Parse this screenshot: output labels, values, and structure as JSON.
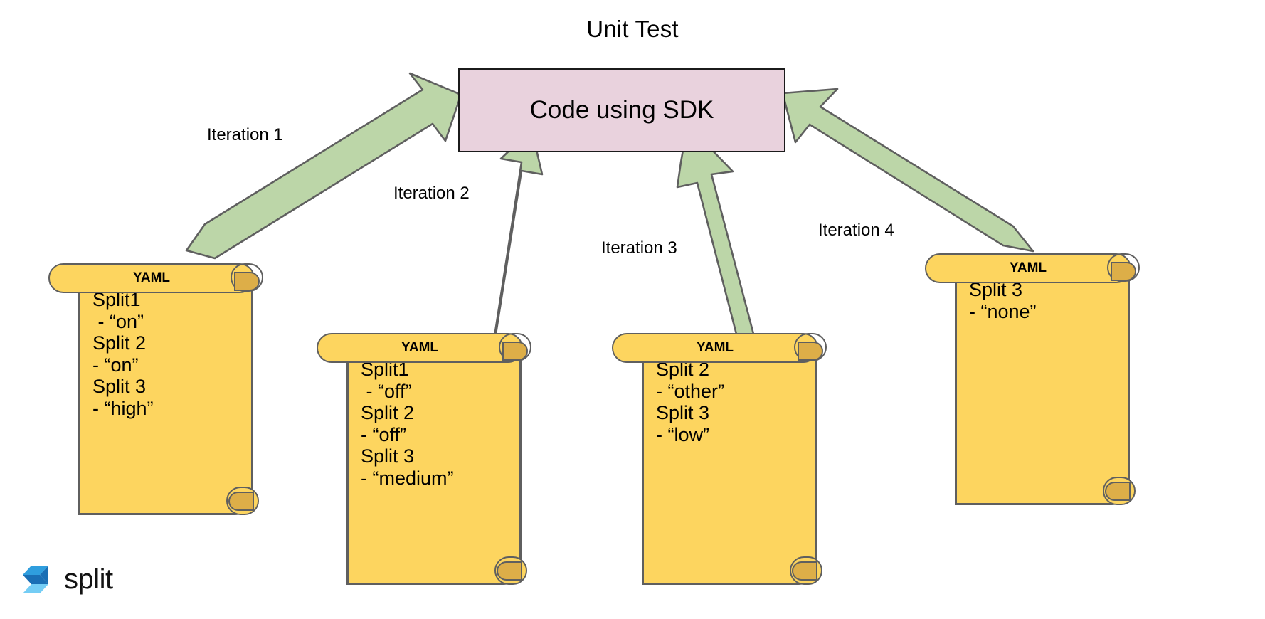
{
  "title": "Unit Test",
  "center_box": {
    "label": "Code using SDK",
    "fill_color": "#e9d2dd",
    "border_color": "#1b1b1b"
  },
  "arrow_color": "#bcd6a8",
  "arrow_border_color": "#5f5f5f",
  "scroll_color": "#fdd55f",
  "scroll_border_color": "#5f5f5f",
  "scroll_curl_color": "#ddae48",
  "iterations": [
    {
      "label": "Iteration 1"
    },
    {
      "label": "Iteration 2"
    },
    {
      "label": "Iteration 3"
    },
    {
      "label": "Iteration 4"
    }
  ],
  "scrolls": [
    {
      "header": "YAML",
      "lines": [
        "Split1",
        " - “on”",
        "Split 2",
        "- “on”",
        "Split 3",
        "- “high”"
      ],
      "text": "Split1\n - “on”\nSplit 2\n- “on”\nSplit 3\n- “high”"
    },
    {
      "header": "YAML",
      "lines": [
        "Split1",
        " - “off”",
        "Split 2",
        "- “off”",
        "Split 3",
        "- “medium”"
      ],
      "text": "Split1\n - “off”\nSplit 2\n- “off”\nSplit 3\n- “medium”"
    },
    {
      "header": "YAML",
      "lines": [
        "Split 2",
        "- “other”",
        "Split 3",
        "- “low”"
      ],
      "text": "Split 2\n- “other”\nSplit 3\n- “low”"
    },
    {
      "header": "YAML",
      "lines": [
        "Split 3",
        "- “none”"
      ],
      "text": "Split 3\n- “none”"
    }
  ],
  "logo": {
    "word": "split",
    "icon_name": "split-logo-icon",
    "color_dark": "#1a6fb5",
    "color_mid": "#2f9ede",
    "color_light": "#74cdf5"
  }
}
